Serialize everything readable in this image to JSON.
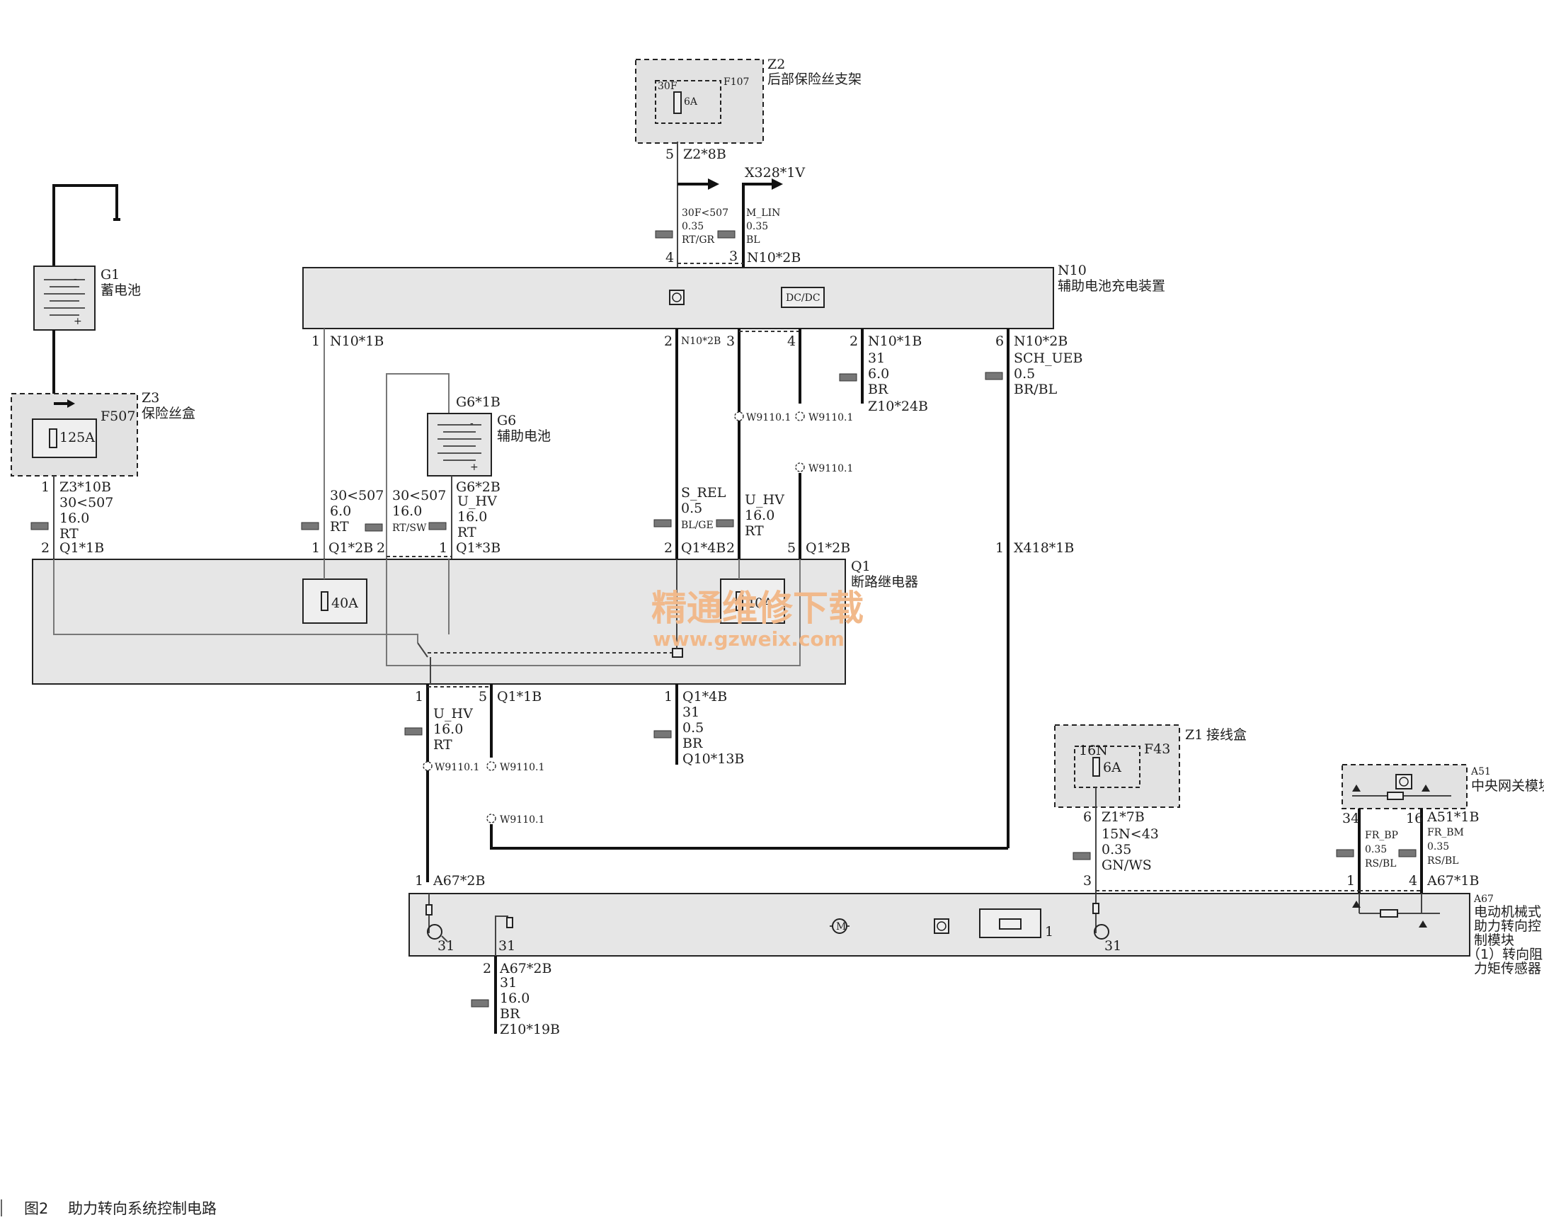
{
  "caption": {
    "fig": "图2",
    "title": "助力转向系统控制电路"
  },
  "watermark": {
    "cn": "精通维修下载",
    "url": "www.gzweix.com"
  },
  "components": {
    "Z2": {
      "id": "Z2",
      "name": "后部保险丝支架",
      "fuse": "F107",
      "terminal": "30F",
      "rating": "6A"
    },
    "N10": {
      "id": "N10",
      "name": "辅助电池充电装置",
      "dcdc": "DC/DC"
    },
    "G1": {
      "id": "G1",
      "name": "蓄电池"
    },
    "Z3": {
      "id": "Z3",
      "name": "保险丝盒",
      "fuse": "F507",
      "rating": "125A"
    },
    "G6": {
      "id": "G6",
      "name": "辅助电池"
    },
    "Q1": {
      "id": "Q1",
      "name": "断路继电器",
      "fuse1": "40A",
      "fuse2": "40A"
    },
    "Z1": {
      "id": "Z1",
      "name": "接线盒",
      "fuse": "F43",
      "terminal": "16N",
      "rating": "6A"
    },
    "A51": {
      "id": "A51",
      "name": "中央网关模块"
    },
    "A67": {
      "id": "A67",
      "name1": "电动机械式",
      "name2": "助力转向控",
      "name3": "制模块",
      "note1": "（1）转向阻",
      "note2": "力矩传感器",
      "pin": "1",
      "gnd1": "31",
      "gnd2": "31",
      "gnd3": "31"
    }
  },
  "connectors": {
    "z2_8b": "Z2*8B",
    "z2_8b_pin": "5",
    "x328": "X328*1V",
    "n10_2b_top": "N10*2B",
    "n10_pin4": "4",
    "n10_pin3": "3",
    "n10_1b_left": "N10*1B",
    "n10_1b_left_pin": "1",
    "n10_2b_mid": "N10*2B",
    "n10_pin2": "2",
    "n10_pin3b": "3",
    "n10_pin4b": "4",
    "n10_1b_right": "N10*1B",
    "n10_pin2b": "2",
    "n10_2b_right": "N10*2B",
    "n10_pin6": "6",
    "z10_24b": "Z10*24B",
    "z3_10b": "Z3*10B",
    "z3_pin": "1",
    "q1_1b_top": "Q1*1B",
    "q1_1b_top_pin": "2",
    "q1_2b_left": "Q1*2B",
    "q1_2b_left_pin1": "1",
    "q1_2b_left_pin2": "2",
    "g6_1b": "G6*1B",
    "g6_2b": "G6*2B",
    "q1_3b": "Q1*3B",
    "q1_3b_pin": "1",
    "q1_4b_top": "Q1*4B",
    "q1_4b_pin2a": "2",
    "q1_4b_pin2b": "2",
    "q1_2b_right": "Q1*2B",
    "q1_2b_right_pin": "5",
    "x418": "X418*1B",
    "x418_pin": "1",
    "q1_1b_bottom": "Q1*1B",
    "q1_bottom_pin1": "1",
    "q1_bottom_pin5": "5",
    "q1_4b_bottom": "Q1*4B",
    "q1_4b_bottom_pin": "1",
    "q10_13b": "Q10*13B",
    "a67_2b_top": "A67*2B",
    "a67_2b_top_pin": "1",
    "a67_2b_bottom": "A67*2B",
    "a67_2b_bottom_pin": "2",
    "z10_19b": "Z10*19B",
    "z1_7b": "Z1*7B",
    "z1_7b_pin": "6",
    "a67_pin3": "3",
    "a51_1b": "A51*1B",
    "a51_pin34": "34",
    "a51_pin16": "16",
    "a67_1b": "A67*1B",
    "a67_pin1": "1",
    "a67_pin4": "4"
  },
  "wires": {
    "w_30f": [
      "30F<507",
      "0.35",
      "RT/GR"
    ],
    "w_mlin": [
      "M_LIN",
      "0.35",
      "BL"
    ],
    "w_n10_31": [
      "31",
      "6.0",
      "BR"
    ],
    "w_sch": [
      "SCH_UEB",
      "0.5",
      "BR/BL"
    ],
    "w_z3": [
      "30<507",
      "16.0",
      "RT"
    ],
    "w_q1_6": [
      "30<507",
      "6.0",
      "RT"
    ],
    "w_q1_16": [
      "30<507",
      "16.0",
      "RT/SW"
    ],
    "w_g6": [
      "U_HV",
      "16.0",
      "RT"
    ],
    "w_srel": [
      "S_REL",
      "0.5",
      "BL/GE"
    ],
    "w_uhv_mid": [
      "U_HV",
      "16.0",
      "RT"
    ],
    "w_uhv_bot": [
      "U_HV",
      "16.0",
      "RT"
    ],
    "w_q1_31": [
      "31",
      "0.5",
      "BR"
    ],
    "w_a67_31": [
      "31",
      "16.0",
      "BR"
    ],
    "w_15n": [
      "15N<43",
      "0.35",
      "GN/WS"
    ],
    "w_frbp": [
      "FR_BP",
      "0.35",
      "RS/BL"
    ],
    "w_frbm": [
      "FR_BM",
      "0.35",
      "RS/BL"
    ]
  },
  "splices": {
    "w9110": "W9110.1"
  }
}
